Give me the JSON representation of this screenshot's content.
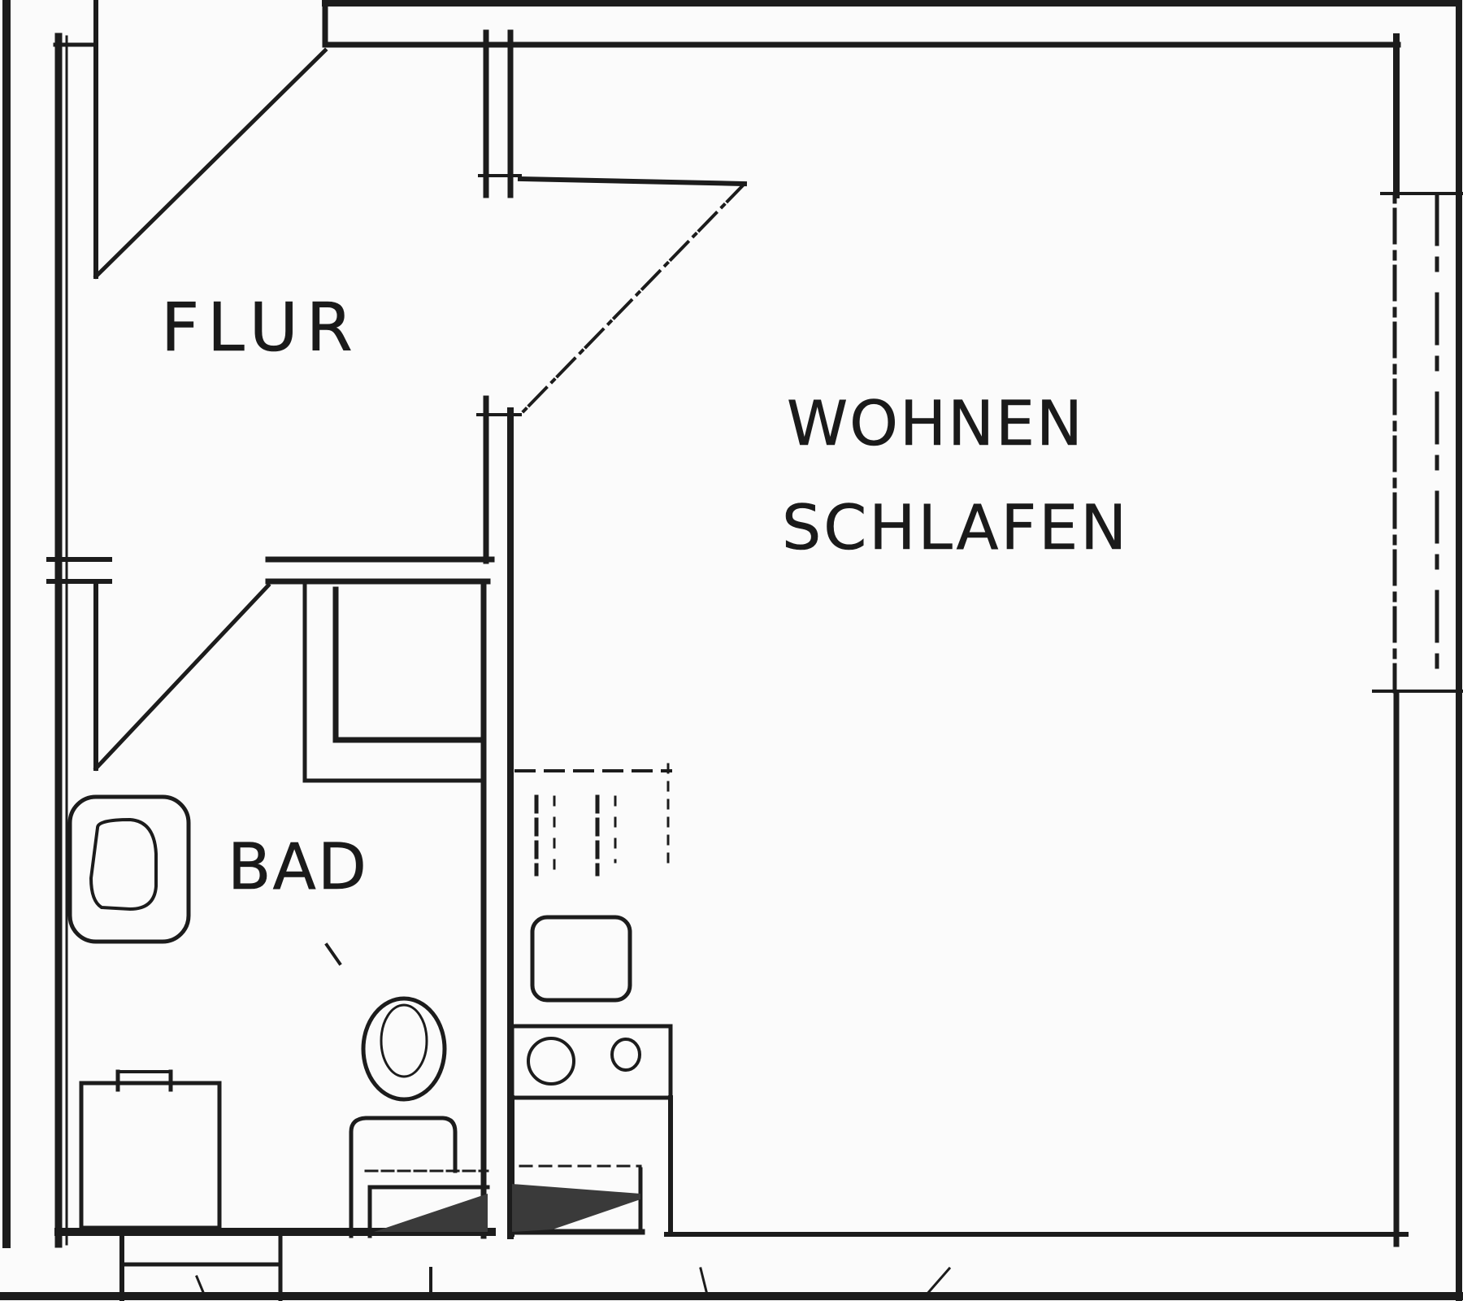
{
  "plan": {
    "type": "floor-plan",
    "colors": {
      "line": "#1c1c1c",
      "fill_dark": "#3a3a3a",
      "paper": "#fbfbfb"
    },
    "rooms": [
      {
        "id": "flur",
        "label": "FLUR"
      },
      {
        "id": "wohnen_schlafen",
        "label_line1": "WOHNEN",
        "label_line2": "SCHLAFEN"
      },
      {
        "id": "bad",
        "label": "BAD"
      }
    ],
    "fixtures": [
      "entrance-door-swing",
      "living-room-door-swing",
      "bathroom-door-swing",
      "shower-tray",
      "bathtub-basin",
      "toilet",
      "washbasin-cabinet",
      "kitchenette-sink",
      "kitchenette-stove-two-burners",
      "kitchenette-fridge",
      "window-right-wall",
      "radiator-shading"
    ]
  }
}
